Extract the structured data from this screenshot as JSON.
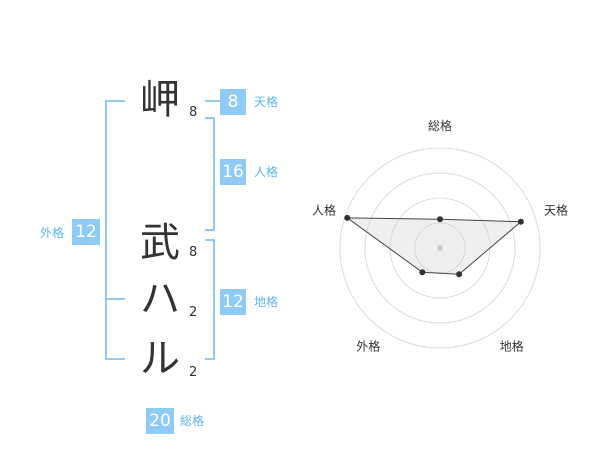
{
  "name": {
    "chars": [
      {
        "char": "岬",
        "strokes": "8"
      },
      {
        "char": "武",
        "strokes": "8"
      },
      {
        "char": "ハ",
        "strokes": "2"
      },
      {
        "char": "ル",
        "strokes": "2"
      }
    ]
  },
  "kaku": {
    "tenkaku": {
      "label": "天格",
      "value": "8"
    },
    "jinkaku": {
      "label": "人格",
      "value": "16"
    },
    "chikaku": {
      "label": "地格",
      "value": "12"
    },
    "gaikaku": {
      "label": "外格",
      "value": "12"
    },
    "soukaku": {
      "label": "総格",
      "value": "20"
    }
  },
  "colors": {
    "accent": "#8fcbf5",
    "label": "#5eb5ee"
  },
  "chart_data": {
    "type": "radar",
    "axes": [
      "総格",
      "天格",
      "地格",
      "外格",
      "人格"
    ],
    "levels": 4,
    "values": [
      1.15,
      3.4,
      1.3,
      1.2,
      3.9
    ],
    "max": 4
  }
}
